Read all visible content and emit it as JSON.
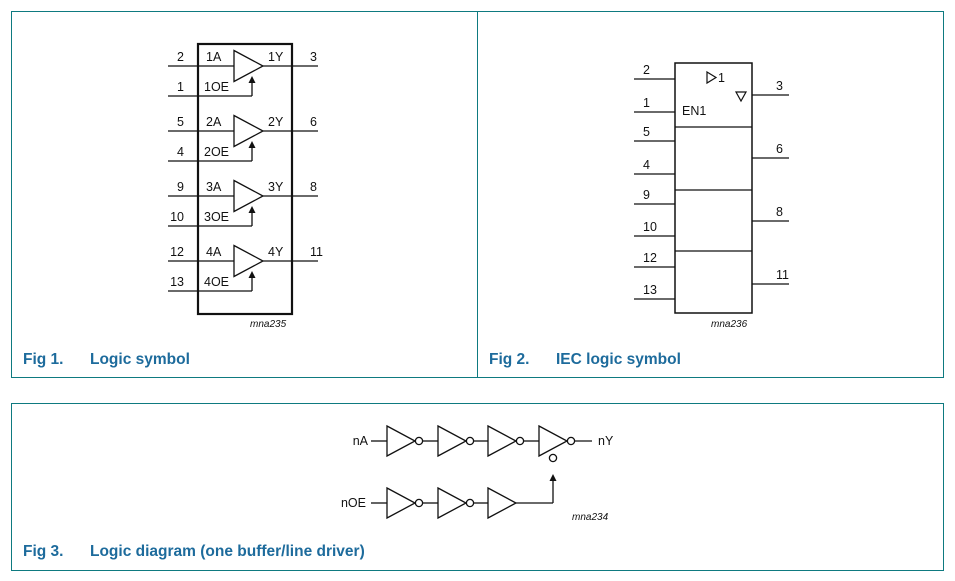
{
  "fig1": {
    "number": "Fig 1.",
    "title": "Logic symbol",
    "code": "mna235",
    "buffers": [
      {
        "in_pin": "2",
        "in_label": "1A",
        "oe_pin": "1",
        "oe_label": "1OE",
        "out_pin": "3",
        "out_label": "1Y"
      },
      {
        "in_pin": "5",
        "in_label": "2A",
        "oe_pin": "4",
        "oe_label": "2OE",
        "out_pin": "6",
        "out_label": "2Y"
      },
      {
        "in_pin": "9",
        "in_label": "3A",
        "oe_pin": "10",
        "oe_label": "3OE",
        "out_pin": "8",
        "out_label": "3Y"
      },
      {
        "in_pin": "12",
        "in_label": "4A",
        "oe_pin": "13",
        "oe_label": "4OE",
        "out_pin": "11",
        "out_label": "4Y"
      }
    ]
  },
  "fig2": {
    "number": "Fig 2.",
    "title": "IEC logic symbol",
    "code": "mna236",
    "buffer_qualifier": "1",
    "enable_label": "EN1",
    "left_pins": [
      "2",
      "1",
      "5",
      "4",
      "9",
      "10",
      "12",
      "13"
    ],
    "right_pins": [
      "3",
      "6",
      "8",
      "11"
    ]
  },
  "fig3": {
    "number": "Fig 3.",
    "title": "Logic diagram (one buffer/line driver)",
    "code": "mna234",
    "input_label": "nA",
    "output_label": "nY",
    "enable_label": "nOE"
  }
}
